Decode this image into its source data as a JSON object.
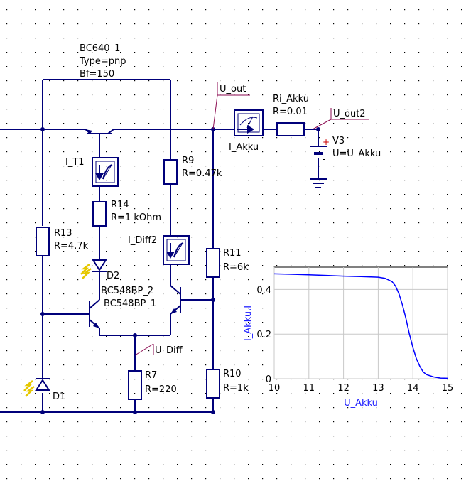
{
  "components": {
    "bc640": {
      "name": "BC640_1",
      "type": "Type=pnp",
      "bf": "Bf=150"
    },
    "u_out": "U_out",
    "ri_akku": {
      "name": "Ri_Akku",
      "value": "R=0.01"
    },
    "u_out2": "U_out2",
    "i_akku": "I_Akku",
    "v3": {
      "name": "V3",
      "value": "U=U_Akku"
    },
    "i_t1": "I_T1",
    "r9": {
      "name": "R9",
      "value": "R=0.47k"
    },
    "r14": {
      "name": "R14",
      "value": "R=1 kOhm"
    },
    "r13": {
      "name": "R13",
      "value": "R=4.7k"
    },
    "i_diff2": "I_Diff2",
    "r11": {
      "name": "R11",
      "value": "R=6k"
    },
    "d2": "D2",
    "bc548_2": "BC548BP_2",
    "bc548_1": "BC548BP_1",
    "u_diff": "U_Diff",
    "r7": {
      "name": "R7",
      "value": "R=220"
    },
    "r10": {
      "name": "R10",
      "value": "R=1k"
    },
    "d1": "D1"
  },
  "chart_data": {
    "type": "line",
    "xlabel": "U_Akku",
    "ylabel": "I_Akku.I",
    "xlim": [
      10,
      15
    ],
    "ylim": [
      0,
      0.5
    ],
    "x_ticks": [
      "10",
      "11",
      "12",
      "13",
      "14",
      "15"
    ],
    "y_ticks": [
      "0",
      "0.2",
      "0.4"
    ],
    "grid": true,
    "colors": {
      "line": "#0000ff",
      "axis_label": "#1a1aff"
    },
    "series": [
      {
        "x": [
          10,
          10.5,
          11,
          11.5,
          12,
          12.5,
          13,
          13.2,
          13.4,
          13.5,
          13.6,
          13.7,
          13.8,
          13.9,
          14.0,
          14.1,
          14.2,
          14.3,
          14.4,
          14.6,
          14.8,
          15
        ],
        "y": [
          0.47,
          0.468,
          0.466,
          0.463,
          0.46,
          0.458,
          0.455,
          0.45,
          0.435,
          0.415,
          0.38,
          0.33,
          0.27,
          0.2,
          0.14,
          0.09,
          0.055,
          0.03,
          0.018,
          0.008,
          0.003,
          0.002
        ]
      }
    ]
  }
}
